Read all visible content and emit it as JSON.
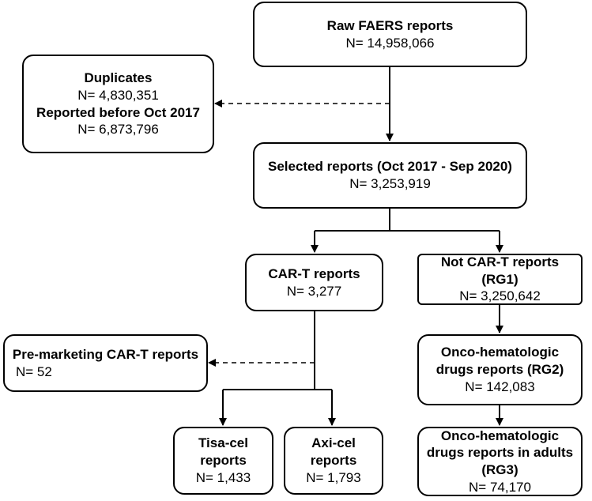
{
  "boxes": {
    "raw": {
      "title": "Raw FAERS reports",
      "count": "N= 14,958,066"
    },
    "excluded": {
      "title": "Duplicates",
      "count": "N= 4,830,351",
      "title2": "Reported before Oct 2017",
      "count2": "N= 6,873,796"
    },
    "selected": {
      "title": "Selected reports (Oct 2017 - Sep 2020)",
      "count": "N= 3,253,919"
    },
    "cart": {
      "title": "CAR-T reports",
      "count": "N= 3,277"
    },
    "not_cart": {
      "title": "Not CAR-T reports (RG1)",
      "count": "N= 3,250,642"
    },
    "premarketing": {
      "title": "Pre-marketing CAR-T reports",
      "count": "N= 52"
    },
    "onco": {
      "title": "Onco-hematologic drugs reports (RG2)",
      "count": "N= 142,083"
    },
    "tisa": {
      "title": "Tisa-cel reports",
      "count": "N= 1,433"
    },
    "axi": {
      "title": "Axi-cel reports",
      "count": "N= 1,793"
    },
    "onco_adults": {
      "title": "Onco-hematologic drugs reports in adults (RG3)",
      "count": "N= 74,170"
    }
  },
  "colors": {
    "line": "#000000",
    "background": "#ffffff"
  }
}
